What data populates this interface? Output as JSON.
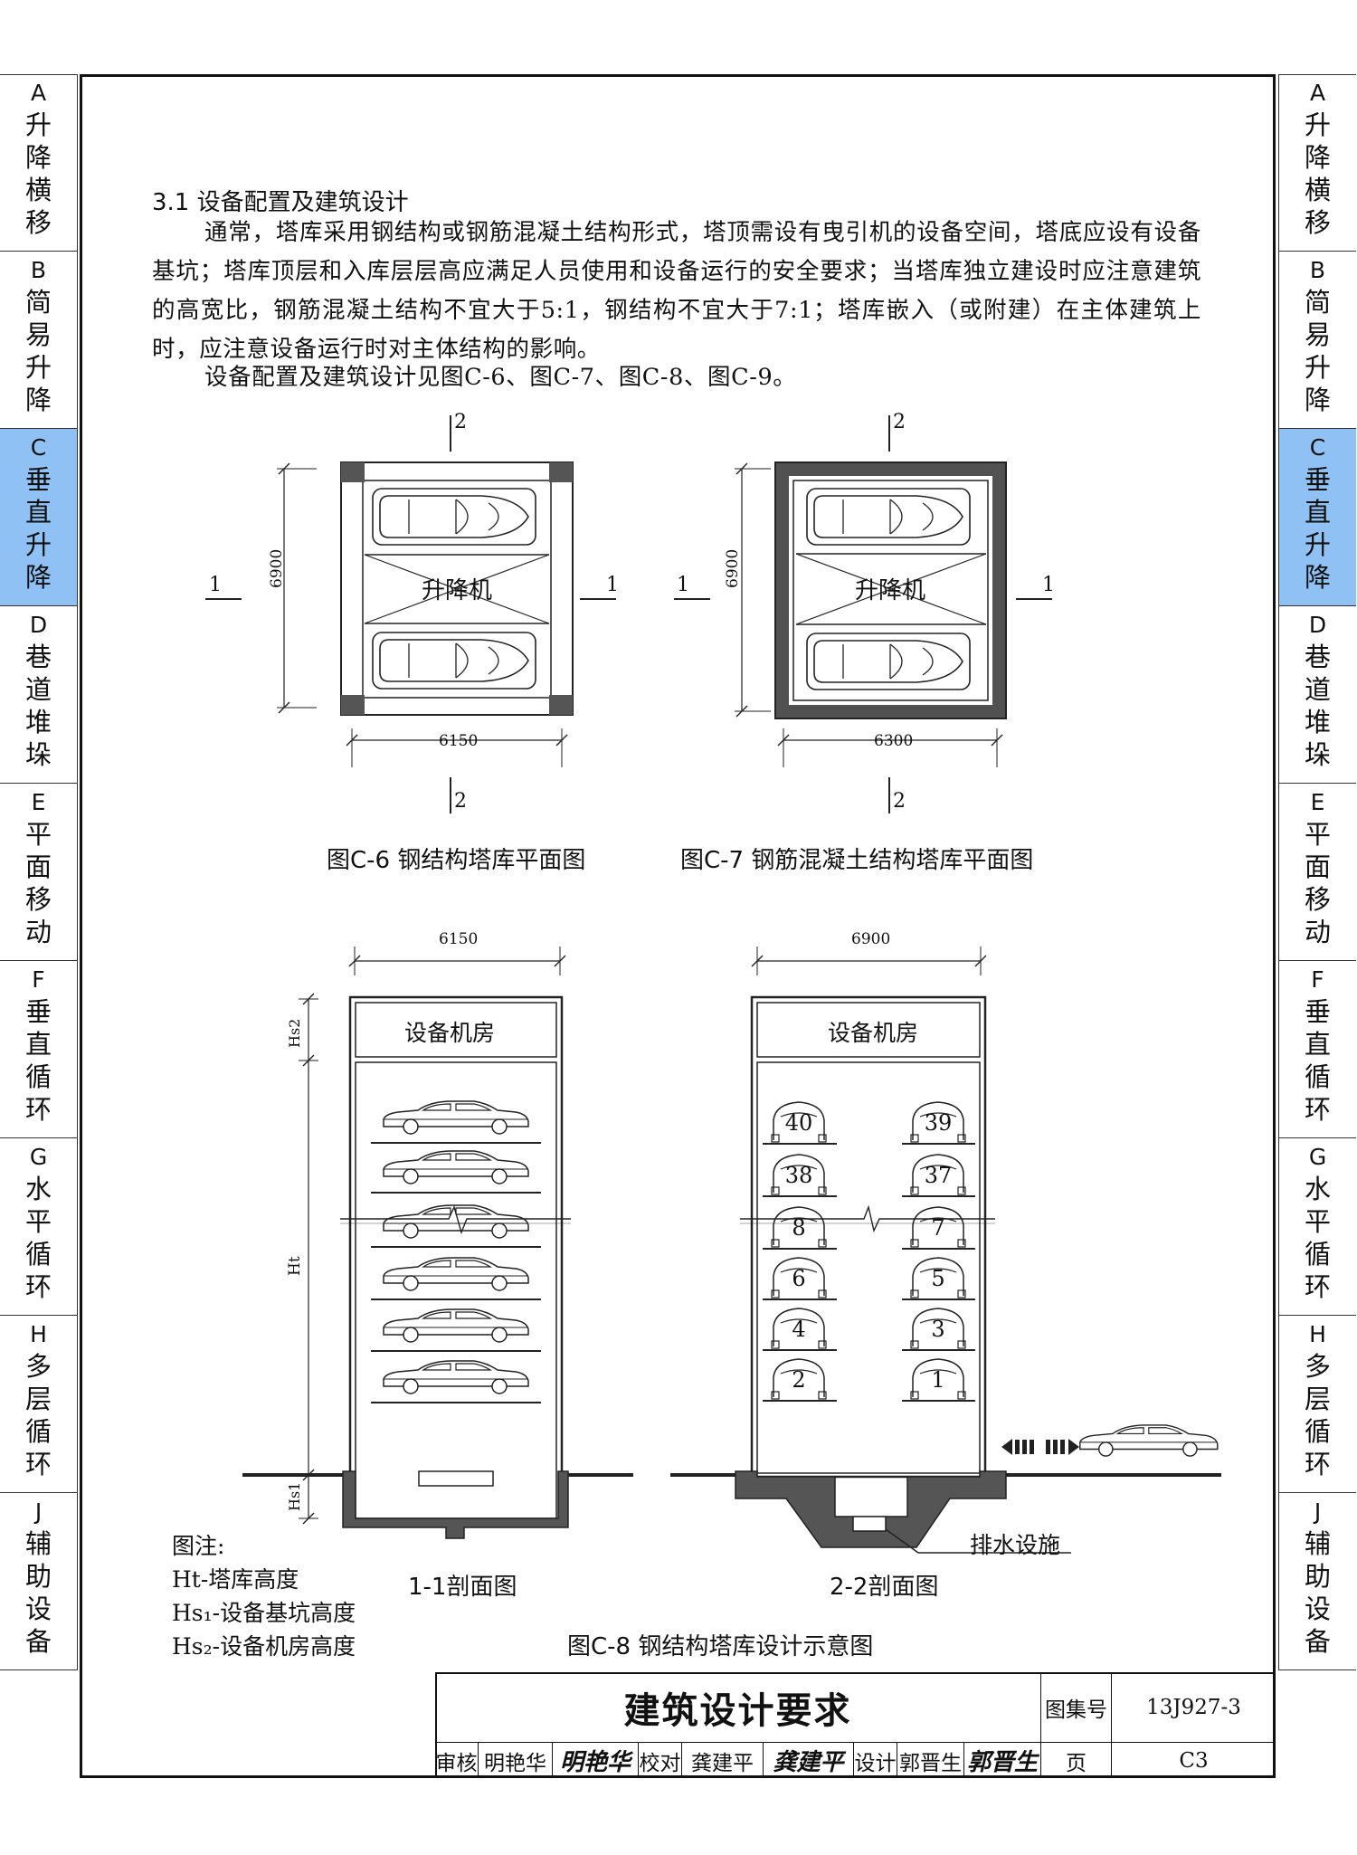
{
  "side_tabs": [
    {
      "code": "A",
      "chars": [
        "升",
        "降",
        "横",
        "移"
      ],
      "active": false
    },
    {
      "code": "B",
      "chars": [
        "简",
        "易",
        "升",
        "降"
      ],
      "active": false
    },
    {
      "code": "C",
      "chars": [
        "垂",
        "直",
        "升",
        "降"
      ],
      "active": true
    },
    {
      "code": "D",
      "chars": [
        "巷",
        "道",
        "堆",
        "垛"
      ],
      "active": false
    },
    {
      "code": "E",
      "chars": [
        "平",
        "面",
        "移",
        "动"
      ],
      "active": false
    },
    {
      "code": "F",
      "chars": [
        "垂",
        "直",
        "循",
        "环"
      ],
      "active": false
    },
    {
      "code": "G",
      "chars": [
        "水",
        "平",
        "循",
        "环"
      ],
      "active": false
    },
    {
      "code": "H",
      "chars": [
        "多",
        "层",
        "循",
        "环"
      ],
      "active": false
    },
    {
      "code": "J",
      "chars": [
        "辅",
        "助",
        "设",
        "备"
      ],
      "active": false
    }
  ],
  "section": {
    "heading": "3.1 设备配置及建筑设计",
    "para1": "通常，塔库采用钢结构或钢筋混凝土结构形式，塔顶需设有曳引机的设备空间，塔底应设有设备基坑；塔库顶层和入库层层高应满足人员使用和设备运行的安全要求；当塔库独立建设时应注意建筑的高宽比，钢筋混凝土结构不宜大于5:1，钢结构不宜大于7:1；塔库嵌入（或附建）在主体建筑上时，应注意设备运行时对主体结构的影响。",
    "para2": "设备配置及建筑设计见图C-6、图C-7、图C-8、图C-9。"
  },
  "plan_c6": {
    "caption": "图C-6 钢结构塔库平面图",
    "lift_label": "升降机",
    "dim_height": "6900",
    "dim_width": "6150",
    "sec_1": "1",
    "sec_2": "2"
  },
  "plan_c7": {
    "caption": "图C-7 钢筋混凝土结构塔库平面图",
    "lift_label": "升降机",
    "dim_height": "6900",
    "dim_width": "6300",
    "sec_1": "1",
    "sec_2": "2"
  },
  "section_11": {
    "caption": "1-1剖面图",
    "dim_width": "6150",
    "room_label": "设备机房",
    "dim_hs2": "Hs2",
    "dim_ht": "Ht",
    "dim_hs1": "Hs1"
  },
  "section_22": {
    "caption": "2-2剖面图",
    "dim_width": "6900",
    "room_label": "设备机房",
    "left_numbers": [
      "40",
      "38",
      "8",
      "6",
      "4",
      "2"
    ],
    "right_numbers": [
      "39",
      "37",
      "7",
      "5",
      "3",
      "1"
    ],
    "drain_label": "排水设施"
  },
  "figure_c8_caption": "图C-8 钢结构塔库设计示意图",
  "notes": {
    "title": "图注:",
    "lines": [
      "Ht-塔库高度",
      "Hs₁-设备基坑高度",
      "Hs₂-设备机房高度"
    ]
  },
  "title_block": {
    "title": "建筑设计要求",
    "atlas_label": "图集号",
    "atlas_no": "13J927-3",
    "page_label": "页",
    "page_no": "C3",
    "review_label": "审核",
    "review_name": "明艳华",
    "review_sign": "明艳华",
    "check_label": "校对",
    "check_name": "龚建平",
    "check_sign": "龚建平",
    "design_label": "设计",
    "design_name": "郭晋生",
    "design_sign": "郭晋生"
  }
}
